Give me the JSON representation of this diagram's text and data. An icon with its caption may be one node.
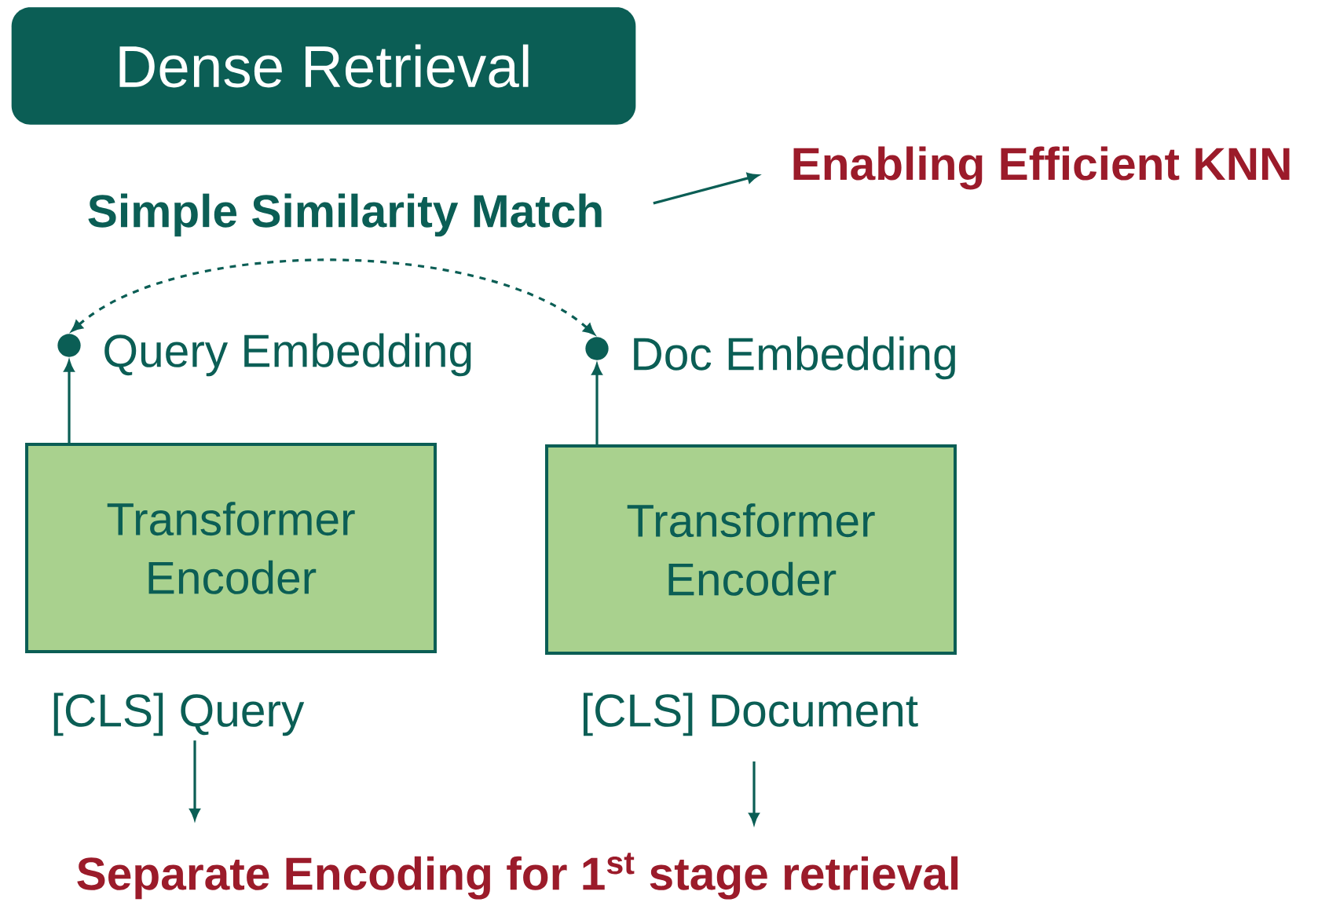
{
  "diagram": {
    "title": "Dense Retrieval",
    "nodes": [
      {
        "text": [
          "Simple Similarity Match"
        ]
      },
      {
        "text": [
          "Enabling Efficient KNN"
        ]
      },
      {
        "text": [],
        "shape": "circle",
        "beside": [
          "Query Embedding"
        ]
      },
      {
        "text": [],
        "shape": "circle",
        "beside": [
          "Doc Embedding"
        ]
      },
      {
        "text": [
          "Transformer Encoder"
        ]
      },
      {
        "text": [
          "Transformer Encoder"
        ]
      },
      {
        "text": [
          "[CLS] Query"
        ]
      },
      {
        "text": [
          "[CLS] Document"
        ]
      },
      {
        "text": [
          "Separate Encoding for 1$^{st}$ stage retrieval"
        ]
      }
    ],
    "edges": [
      {
        "from": 0,
        "to": 1,
        "arrow": "to"
      },
      {
        "from": 2,
        "to": 3,
        "arrow": "both",
        "style": "dashed"
      },
      {
        "from": 4,
        "to": 2,
        "arrow": "to"
      },
      {
        "from": 5,
        "to": 3,
        "arrow": "to"
      },
      {
        "from": 6,
        "to": 8,
        "arrow": "to"
      },
      {
        "from": 7,
        "to": 8,
        "arrow": "to"
      }
    ]
  }
}
